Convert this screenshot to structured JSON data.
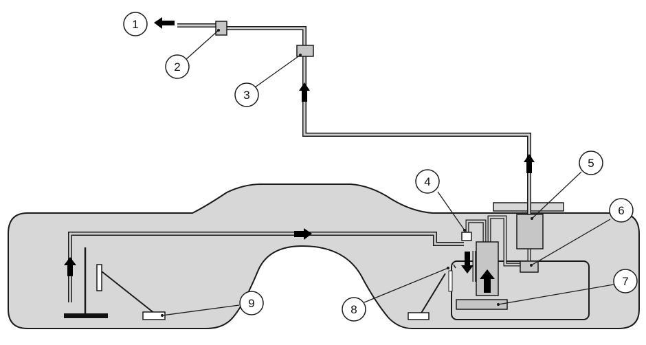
{
  "colors": {
    "tank_fill": "#d7d7d7",
    "component_fill": "#c6c6c6",
    "outline": "#1a1a1a",
    "pipe_fill": "#cfcfcf",
    "arrow": "#000000",
    "callout_bg": "#ffffff"
  },
  "callouts": [
    {
      "id": "1",
      "label": "1"
    },
    {
      "id": "2",
      "label": "2"
    },
    {
      "id": "3",
      "label": "3"
    },
    {
      "id": "4",
      "label": "4"
    },
    {
      "id": "5",
      "label": "5"
    },
    {
      "id": "6",
      "label": "6"
    },
    {
      "id": "7",
      "label": "7"
    },
    {
      "id": "8",
      "label": "8"
    },
    {
      "id": "9",
      "label": "9"
    }
  ],
  "flow_arrows": [
    {
      "direction": "left"
    },
    {
      "direction": "up"
    },
    {
      "direction": "up"
    },
    {
      "direction": "right"
    },
    {
      "direction": "up"
    },
    {
      "direction": "up"
    },
    {
      "direction": "down"
    }
  ]
}
